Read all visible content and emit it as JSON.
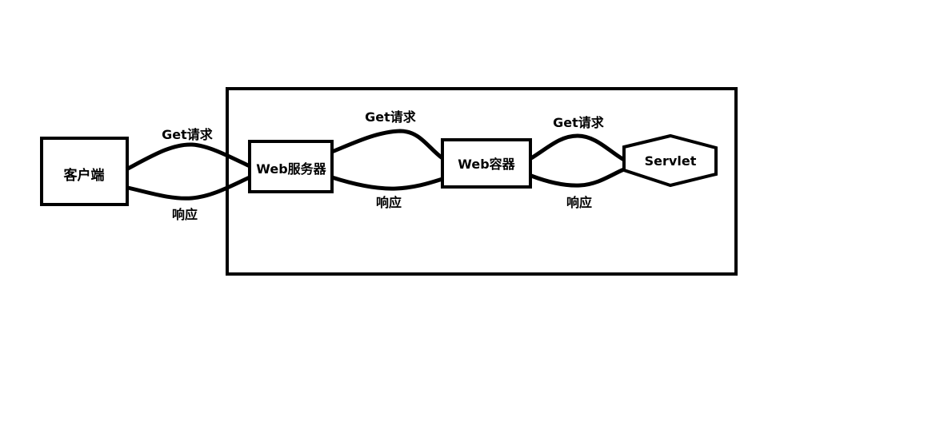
{
  "diagram": {
    "container_label": "",
    "nodes": {
      "client": "客户端",
      "web_server": "Web服务器",
      "web_container": "Web容器",
      "servlet": "Servlet"
    },
    "edges": [
      {
        "from": "client",
        "to": "web_server",
        "request": "Get请求",
        "response": "响应"
      },
      {
        "from": "web_server",
        "to": "web_container",
        "request": "Get请求",
        "response": "响应"
      },
      {
        "from": "web_container",
        "to": "servlet",
        "request": "Get请求",
        "response": "响应"
      }
    ],
    "colors": {
      "stroke": "#000000",
      "background": "#ffffff"
    }
  }
}
